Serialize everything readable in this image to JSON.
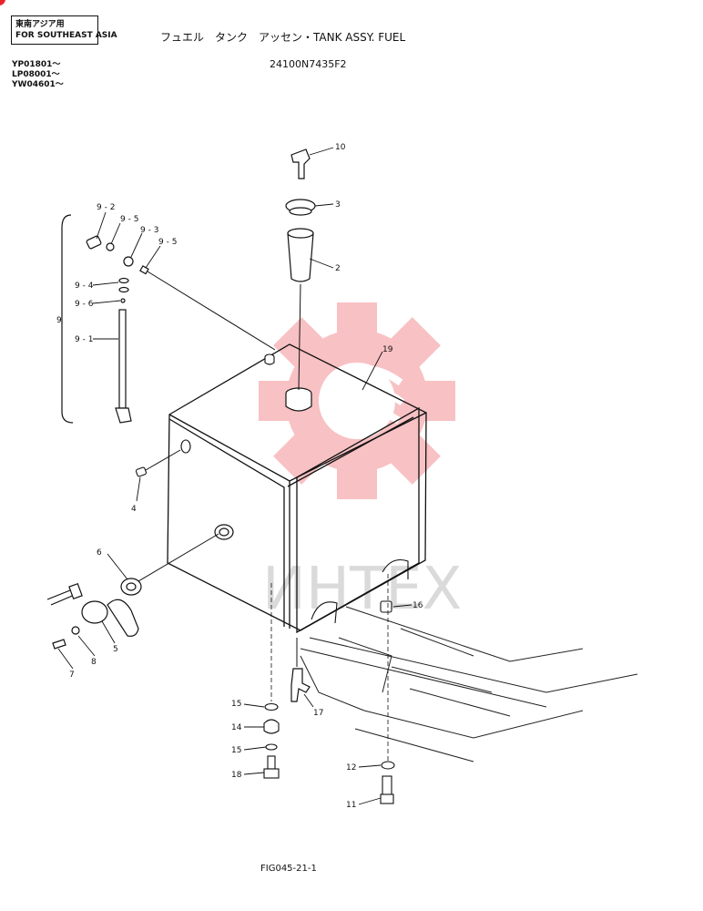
{
  "header": {
    "region_line1": "東南アジア用",
    "region_line2": "FOR SOUTHEAST ASIA",
    "title": "フュエル　タンク　アッセン・TANK ASSY. FUEL",
    "part_number": "24100N7435F2",
    "serial_ranges": [
      "YP01801～",
      "LP08001～",
      "YW04601～"
    ]
  },
  "callouts": {
    "c9_2": "9 - 2",
    "c9_5a": "9 - 5",
    "c9_3": "9 - 3",
    "c9_5b": "9 - 5",
    "c9_4": "9 - 4",
    "c9_6": "9 - 6",
    "c9": "9",
    "c9_1": "9 - 1",
    "c10": "10",
    "c3": "3",
    "c2": "2",
    "c19": "19",
    "c4": "4",
    "c6": "6",
    "c5": "5",
    "c7": "7",
    "c8": "8",
    "c16": "16",
    "c17": "17",
    "c15a": "15",
    "c14": "14",
    "c15b": "15",
    "c18": "18",
    "c12": "12",
    "c11": "11"
  },
  "watermark": {
    "text": "ИНТЕХ",
    "color": "#e8232a"
  },
  "footer": {
    "figure_number": "FIG045-21-1"
  }
}
